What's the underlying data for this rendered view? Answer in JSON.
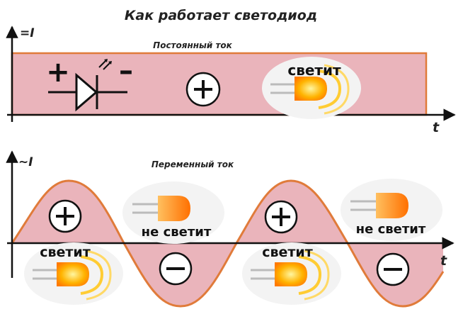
{
  "title": "Как работает светодиод",
  "dc": {
    "axis_label": "=I",
    "subtitle": "Постоянный ток",
    "time_label": "t",
    "plus_sign": "+",
    "minus_sign": "–",
    "glow_label": "светит"
  },
  "ac": {
    "axis_label": "~I",
    "subtitle": "Переменный ток",
    "time_label": "t",
    "glow_label_1": "светит",
    "glow_label_2": "светит",
    "off_label_1": "не светит",
    "off_label_2": "не светит"
  },
  "colors": {
    "fill": "#eab4bb",
    "curve": "#e07b3a",
    "axis": "#111111",
    "bubble": "#f2f2f2",
    "led_body": "#ffb000",
    "led_glow": "#ffd24a",
    "led_off": "#ff8a00"
  }
}
